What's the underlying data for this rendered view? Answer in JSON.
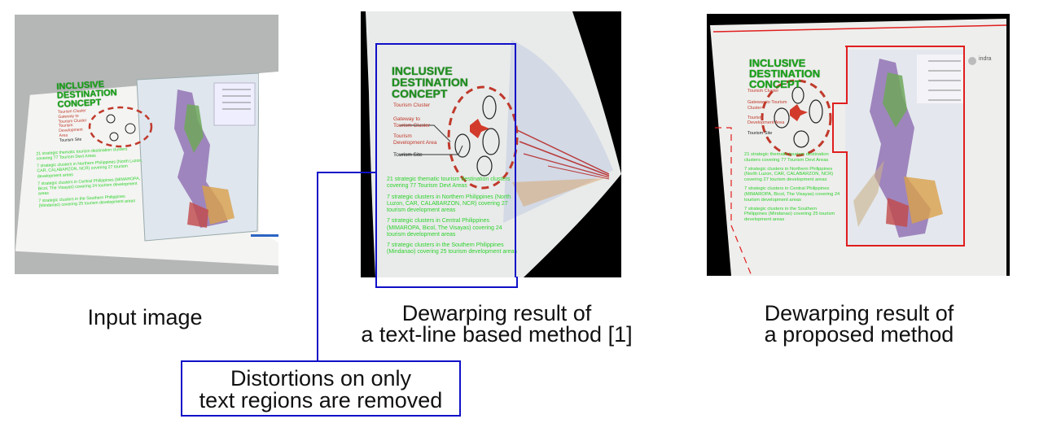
{
  "captions": {
    "input": "Input image",
    "textline_line1": "Dewarping result of",
    "textline_line2": "a text-line based method [1]",
    "proposed_line1": "Dewarping result of",
    "proposed_line2": "a proposed method"
  },
  "callout": {
    "line1": "Distortions on only",
    "line2": "text regions are removed"
  },
  "document": {
    "title_line1": "INCLUSIVE",
    "title_line2": "DESTINATION",
    "title_line3": "CONCEPT",
    "tourism_cluster": "Tourism Cluster",
    "gateway": "Gateway to Tourism Cluster",
    "tda": "Tourism Development Area",
    "tourism_site": "Tourism Site",
    "bullet_intro": "21 strategic thematic tourism destination clusters covering 77 Tourism Devt Areas",
    "bullet_north": "7 strategic clusters in Northern Philippines (North Luzon, CAR, CALABARZON, NCR) covering 27 tourism development areas",
    "bullet_central": "7 strategic clusters in Central Philippines (MIMAROPA, Bicol, The Visayas) covering 24 tourism development areas",
    "bullet_south": "7 strategic clusters in the Southern Philippines (Mindanao) covering 25 tourism development areas",
    "logo": "indra"
  },
  "colors": {
    "callout_border": "#1010c8",
    "highlight_green": "#2ed12e",
    "dashed_red": "#c0392b",
    "boundary_red": "#e01e1e"
  }
}
